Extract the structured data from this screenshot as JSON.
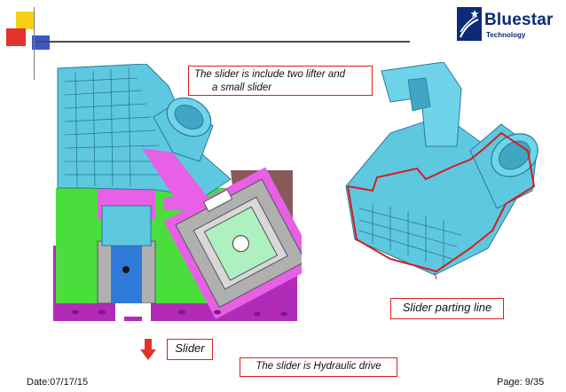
{
  "header": {
    "logo": {
      "name": "Bluestar",
      "sub": "Technology"
    },
    "colors": {
      "accent_yellow": "#f7d117",
      "accent_red": "#e2322d",
      "accent_blue": "#3a57c9",
      "brand_blue": "#0b2a78"
    }
  },
  "callouts": {
    "top_line1": "The slider is include two lifter and",
    "top_line2": "a small slider",
    "parting_line": "Slider parting line",
    "slider": "Slider",
    "hydraulic": "The slider is Hydraulic drive"
  },
  "footer": {
    "date": "Date:07/17/15",
    "page": "Page: 9/35"
  },
  "figure_colors": {
    "part_cyan": "#5ec8e0",
    "mold_green": "#4ade3c",
    "magenta": "#e860e6",
    "purple_base": "#b22ab8",
    "gray": "#b0b0b0",
    "insert_blue": "#2f7ad8",
    "slide_brown": "#8a5a5a",
    "parting_red": "#d41e1e"
  }
}
